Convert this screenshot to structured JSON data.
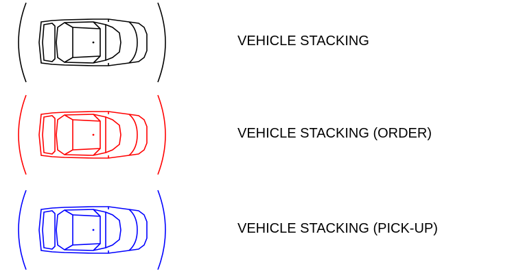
{
  "legend": {
    "items": [
      {
        "label": "VEHICLE STACKING",
        "color": "#000000",
        "icon": "car-top-view-icon"
      },
      {
        "label": "VEHICLE STACKING (ORDER)",
        "color": "#ff0000",
        "icon": "car-top-view-icon"
      },
      {
        "label": "VEHICLE STACKING (PICK-UP)",
        "color": "#0000ff",
        "icon": "car-top-view-icon"
      }
    ]
  }
}
